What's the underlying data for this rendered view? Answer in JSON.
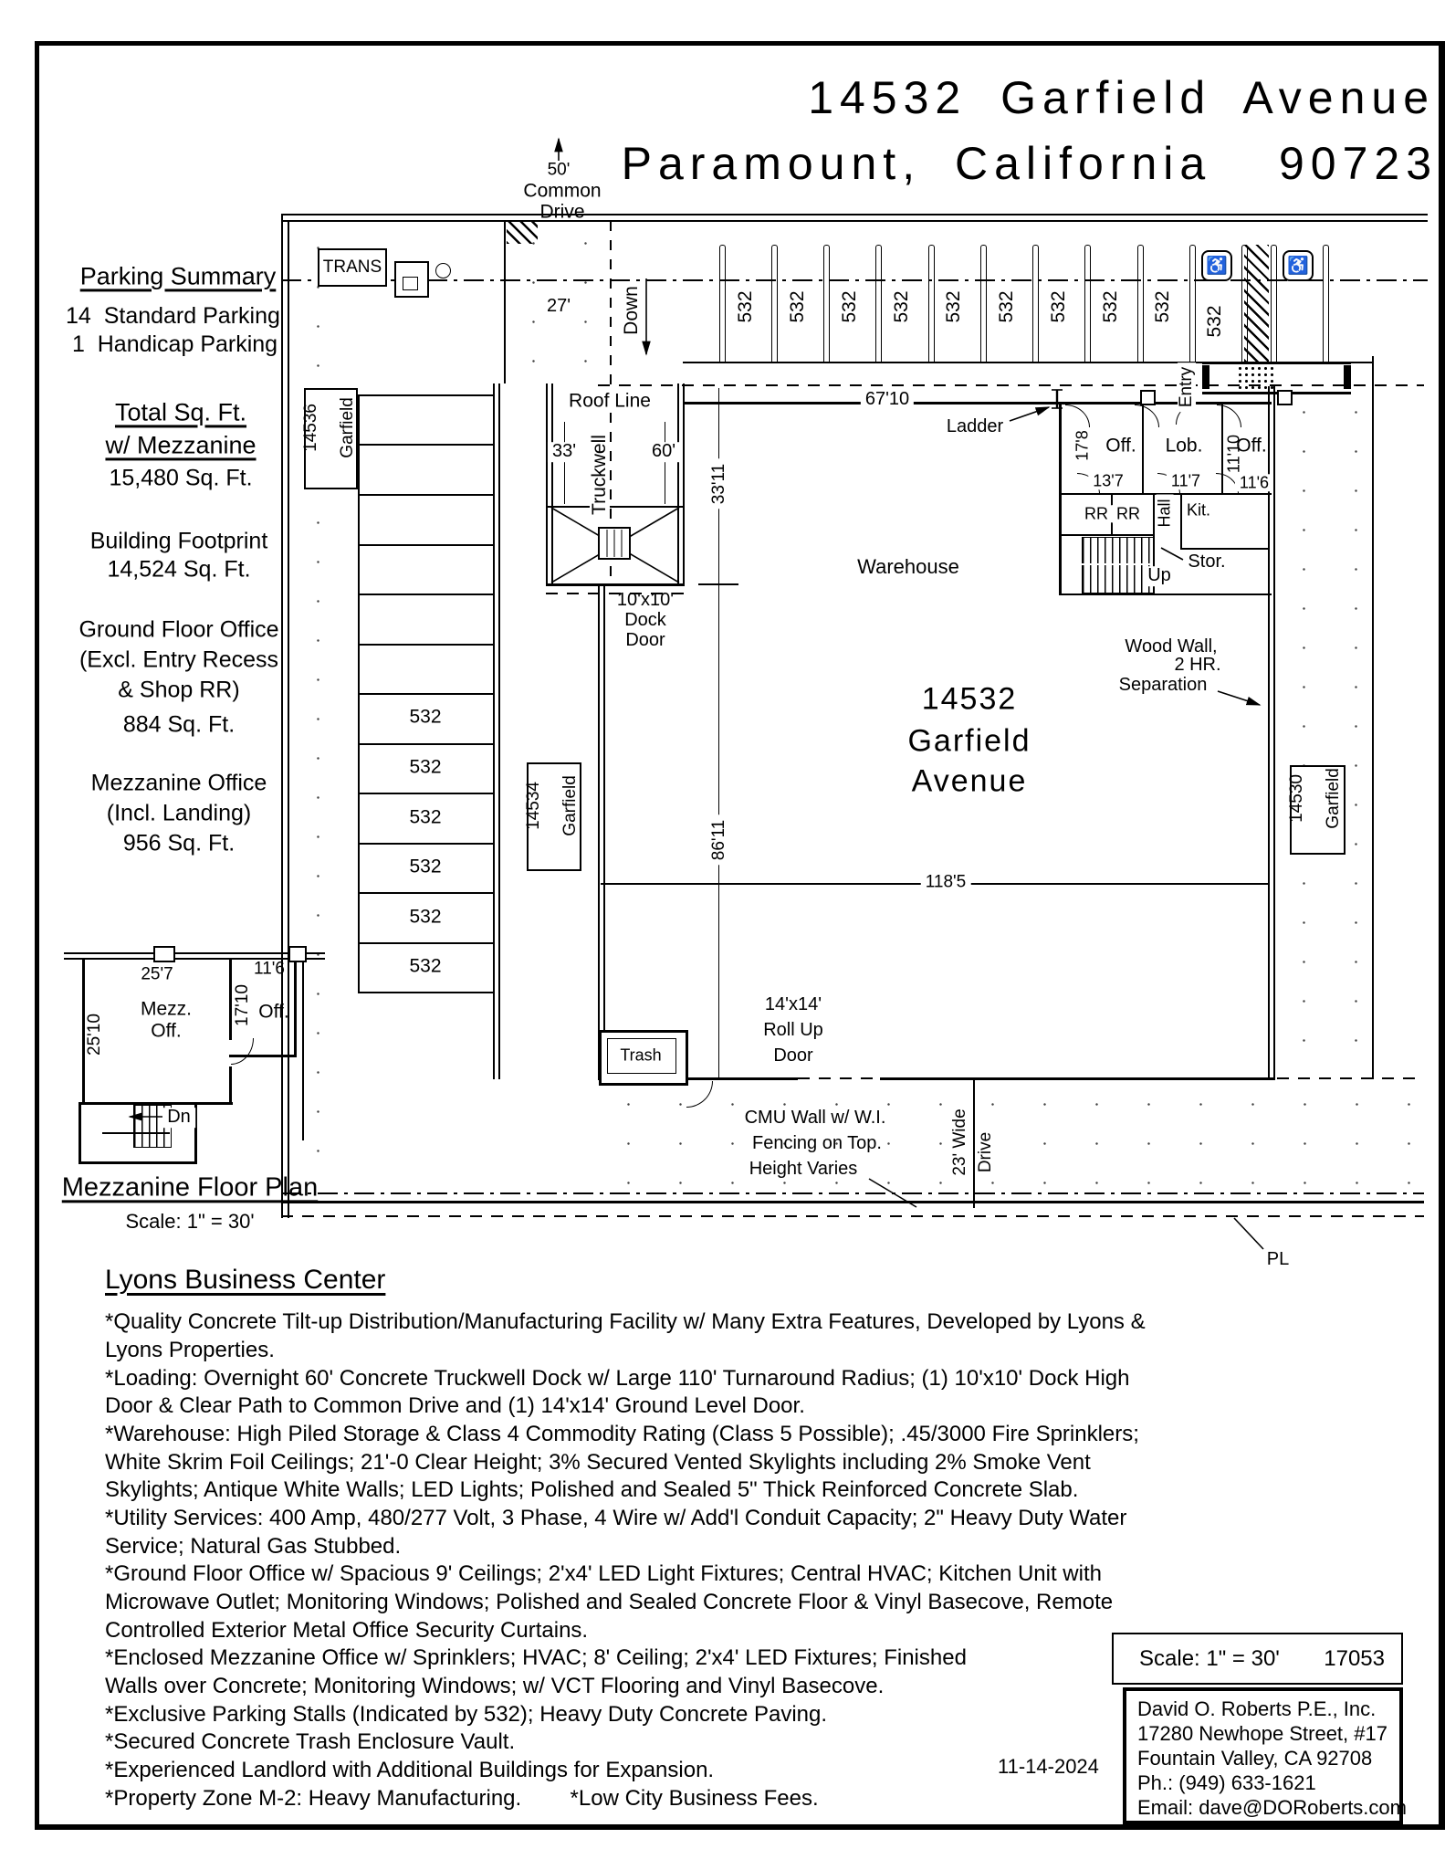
{
  "title": {
    "line1": "14532 Garfield Avenue",
    "line2": "Paramount, California  90723"
  },
  "sidebar": {
    "parking": {
      "heading": "Parking Summary",
      "row1": "14  Standard Parking",
      "row2": " 1  Handicap Parking"
    },
    "total": {
      "h1": "Total Sq. Ft.",
      "h2": "w/ Mezzanine",
      "value": "15,480 Sq. Ft."
    },
    "footprint": {
      "heading": "Building Footprint",
      "value": "14,524 Sq. Ft."
    },
    "ground_office": {
      "l1": "Ground Floor Office",
      "l2": "(Excl. Entry Recess",
      "l3": "& Shop RR)",
      "l4": "884 Sq. Ft."
    },
    "mezz_office": {
      "l1": "Mezzanine Office",
      "l2": "(Incl. Landing)",
      "l3": "956 Sq. Ft."
    }
  },
  "site_plan": {
    "common_drive": {
      "dim": "50'",
      "word1": "Common",
      "word2": "Drive"
    },
    "trans_label": "TRANS",
    "ramp_dim": "27'",
    "down_label": "Down",
    "roof_line_label": "Roof Line",
    "truckwell_label": "Truckwell",
    "dim_33": "33'",
    "dim_60": "60'",
    "dock_door": {
      "l1": "10'x10'",
      "l2": "Dock",
      "l3": "Door"
    },
    "stall_label": "532",
    "dim_front": "67'10",
    "ladder_label": "Ladder",
    "entry_label": "Entry",
    "neighbor_left_top": {
      "l1": "14536",
      "l2": "Garfield"
    },
    "neighbor_left": {
      "l1": "14534",
      "l2": "Garfield"
    },
    "neighbor_right": {
      "l1": "14530",
      "l2": "Garfield"
    },
    "office": {
      "off1": "Off.",
      "lob": "Lob.",
      "off2": "Off.",
      "dim_17_8": "17'8",
      "dim_11_10": "11'10",
      "dim_13_7": "13'7",
      "dim_11_7": "11'7",
      "dim_11_6": "11'6",
      "rr1": "RR",
      "rr2": "RR",
      "hall": "Hall",
      "kit": "Kit.",
      "up": "Up",
      "stor": "Stor."
    },
    "warehouse_label": "Warehouse",
    "dim_33_11": "33'11",
    "dim_86_11": "86'11",
    "dim_118_5": "118'5",
    "address": {
      "l1": "14532",
      "l2": "Garfield",
      "l3": "Avenue"
    },
    "wood_wall": {
      "l1": "Wood Wall,",
      "l2": "2 HR.",
      "l3": "Separation"
    },
    "trash_label": "Trash",
    "rollup": {
      "l1": "14'x14'",
      "l2": "Roll Up",
      "l3": "Door"
    },
    "cmu": {
      "l1": "CMU Wall w/ W.I.",
      "l2": "Fencing on Top.",
      "l3": "Height Varies"
    },
    "drive_south": {
      "l1": "23' Wide",
      "l2": "Drive"
    },
    "pl_label": "PL"
  },
  "icons": {
    "handicap_symbol": "♿"
  },
  "mezzanine_plan": {
    "dim_top": "25'7",
    "dim_top_right": "11'6",
    "dim_left": "25'10",
    "dim_mid": "17'10",
    "mezz_l1": "Mezz.",
    "mezz_l2": "Off.",
    "off": "Off.",
    "dn": "Dn",
    "title": "Mezzanine Floor Plan",
    "scale": "Scale: 1\" = 30'"
  },
  "description": {
    "heading": "Lyons Business Center",
    "lines": [
      "*Quality Concrete Tilt-up Distribution/Manufacturing Facility w/ Many Extra Features, Developed by Lyons &",
      "Lyons Properties.",
      "*Loading: Overnight 60' Concrete Truckwell Dock w/ Large 110' Turnaround Radius; (1) 10'x10' Dock High",
      "Door & Clear Path to Common Drive and (1) 14'x14' Ground Level Door.",
      "*Warehouse: High Piled Storage & Class 4 Commodity Rating (Class 5 Possible); .45/3000 Fire Sprinklers;",
      "White Skrim Foil Ceilings; 21'-0 Clear Height; 3% Secured Vented Skylights including 2% Smoke Vent",
      "Skylights; Antique White Walls; LED Lights; Polished and Sealed 5\" Thick Reinforced Concrete Slab.",
      "*Utility Services: 400 Amp, 480/277 Volt, 3 Phase, 4 Wire w/ Add'l Conduit Capacity; 2\" Heavy Duty Water",
      "Service; Natural Gas Stubbed.",
      "*Ground Floor Office w/ Spacious 9' Ceilings; 2'x4' LED Light Fixtures; Central HVAC; Kitchen Unit with",
      "Microwave Outlet; Monitoring Windows; Polished and Sealed Concrete Floor & Vinyl Basecove, Remote",
      "Controlled Exterior Metal Office Security Curtains.",
      "*Enclosed Mezzanine Office w/ Sprinklers; HVAC; 8' Ceiling; 2'x4' LED Fixtures; Finished",
      "Walls over Concrete; Monitoring Windows; w/ VCT Flooring and Vinyl Basecove.",
      "*Exclusive Parking Stalls (Indicated by 532); Heavy Duty Concrete Paving.",
      "*Secured Concrete Trash Enclosure Vault.",
      "*Experienced Landlord with Additional Buildings for Expansion.",
      "*Property Zone M-2: Heavy Manufacturing.        *Low City Business Fees."
    ]
  },
  "footer": {
    "scale_note": "Scale: 1\" = 30'",
    "job_number": "17053",
    "date": "11-14-2024",
    "contact_lines": [
      "David O. Roberts P.E., Inc.",
      "17280 Newhope Street, #17",
      "Fountain Valley, CA 92708",
      "Ph.: (949) 633-1621",
      "Email: dave@DORoberts.com"
    ]
  }
}
